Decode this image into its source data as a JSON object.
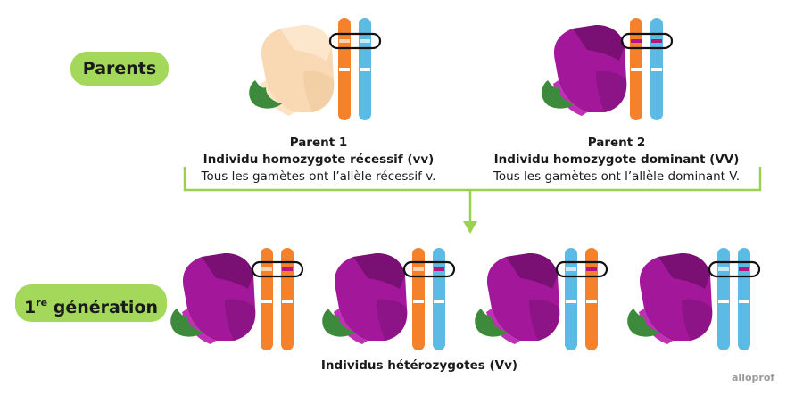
{
  "labels": {
    "parents": "Parents",
    "generation_num": "1",
    "generation_sup": "re",
    "generation_word": "génération"
  },
  "parent1": {
    "title": "Parent 1",
    "genotype": "Individu homozygote récessif (vv)",
    "note": "Tous les gamètes ont l’allèle récessif v."
  },
  "parent2": {
    "title": "Parent 2",
    "genotype": "Individu homozygote dominant (VV)",
    "note": "Tous les gamètes ont l’allèle dominant V."
  },
  "offspring": {
    "label": "Individus hétérozygotes (Vv)"
  },
  "brand": "alloprof",
  "colors": {
    "green_label": "#a3d85b",
    "arrow": "#9bd150",
    "orange_chromosome": "#f5822a",
    "blue_chromosome": "#5bbbe4",
    "violet_flower": "#a3189b",
    "pale_flower": "#f9d9b4",
    "leaf": "#3e8a3c",
    "dominant_allele_mark": "#b5167f"
  }
}
